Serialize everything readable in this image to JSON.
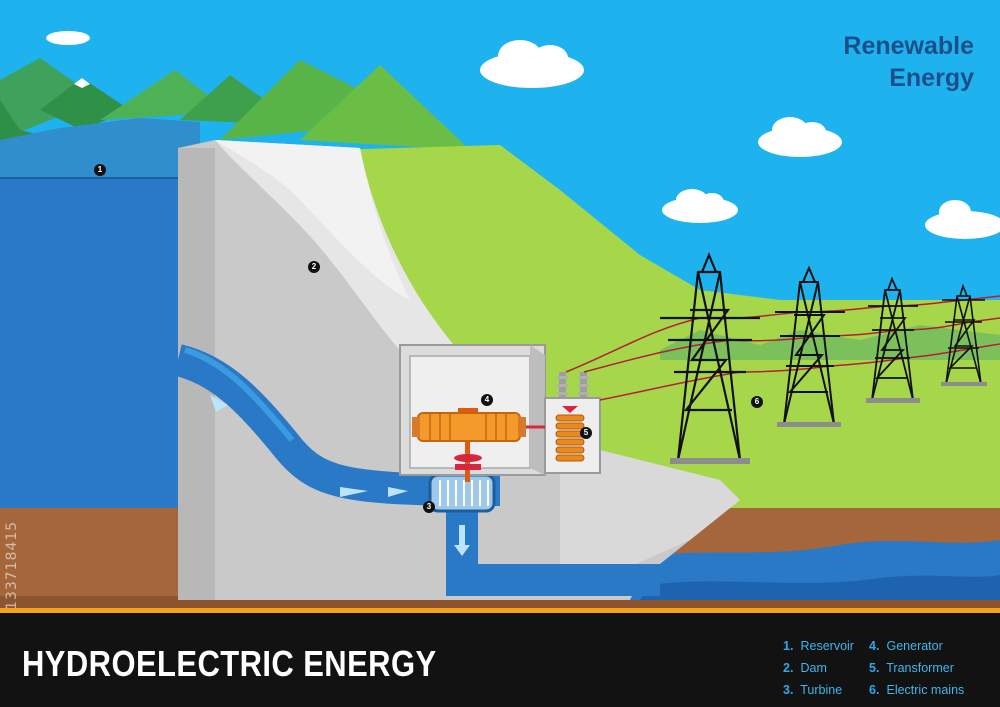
{
  "corner_title": {
    "line1": "Renewable",
    "line2": "Energy"
  },
  "main_title": "HYDROELECTRIC ENERGY",
  "markers": [
    "1",
    "2",
    "3",
    "4",
    "5",
    "6"
  ],
  "legend": [
    {
      "num": "1.",
      "label": "Reservoir"
    },
    {
      "num": "2.",
      "label": "Dam"
    },
    {
      "num": "3.",
      "label": "Turbine"
    },
    {
      "num": "4.",
      "label": "Generator"
    },
    {
      "num": "5.",
      "label": "Transformer"
    },
    {
      "num": "6.",
      "label": "Electric mains"
    }
  ],
  "side_id": "133718415",
  "colors": {
    "sky": "#1eb3ef",
    "water": "#2a79c6",
    "grass": "#a6d74a",
    "concrete": "#c9c9c9",
    "soil": "#a4663a",
    "accent_bar": "#f3a41a",
    "legend_text": "#3fb6ee",
    "title_blue": "#1b4f8a"
  }
}
